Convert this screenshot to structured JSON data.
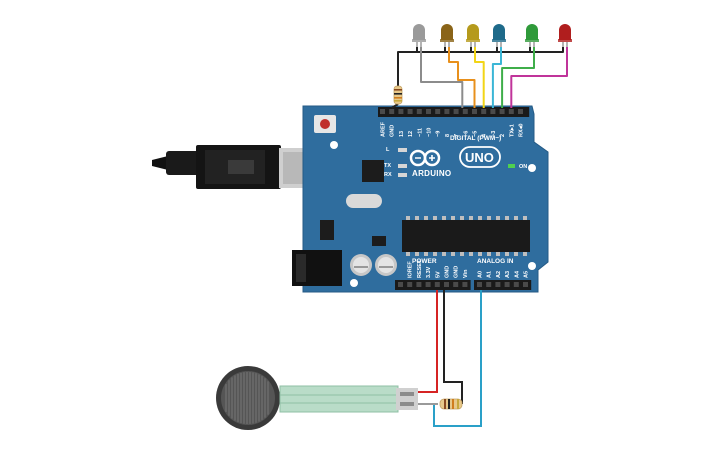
{
  "board": {
    "digital_header": "DIGITAL (PWM~)",
    "analog_header": "ANALOG IN",
    "power_header": "POWER",
    "brand": "ARDUINO",
    "model": "UNO",
    "on_label": "ON",
    "led_l": "L",
    "led_tx": "TX",
    "led_rx": "RX",
    "digital_pins": [
      "AREF",
      "GND",
      "13",
      "12",
      "~11",
      "~10",
      "~9",
      "8",
      "7",
      "~6",
      "~5",
      "4",
      "~3",
      "2",
      "TX▸1",
      "RX◂0"
    ],
    "power_pins": [
      "IOREF",
      "RESET",
      "3.3V",
      "5V",
      "GND",
      "GND",
      "Vin"
    ],
    "analog_pins": [
      "A0",
      "A1",
      "A2",
      "A3",
      "A4",
      "A5"
    ]
  },
  "leds": [
    {
      "color": "#9a9a9a"
    },
    {
      "color": "#8a6418"
    },
    {
      "color": "#b59a1c"
    },
    {
      "color": "#1e6a8a"
    },
    {
      "color": "#2f9a3a"
    },
    {
      "color": "#b01e1e"
    }
  ],
  "wire_colors": {
    "black": "#222222",
    "gray": "#8c8c8c",
    "orange": "#e8901c",
    "yellow": "#f2d516",
    "cyan": "#3bb6d6",
    "green": "#3fae4a",
    "magenta": "#c0349a",
    "red": "#d62424",
    "blue": "#2aa0c8"
  },
  "colors": {
    "board": "#2f6d9e",
    "board_edge": "#245a85",
    "usb_metal": "#c8c8c8",
    "sensor_film": "#b9dcc8"
  }
}
